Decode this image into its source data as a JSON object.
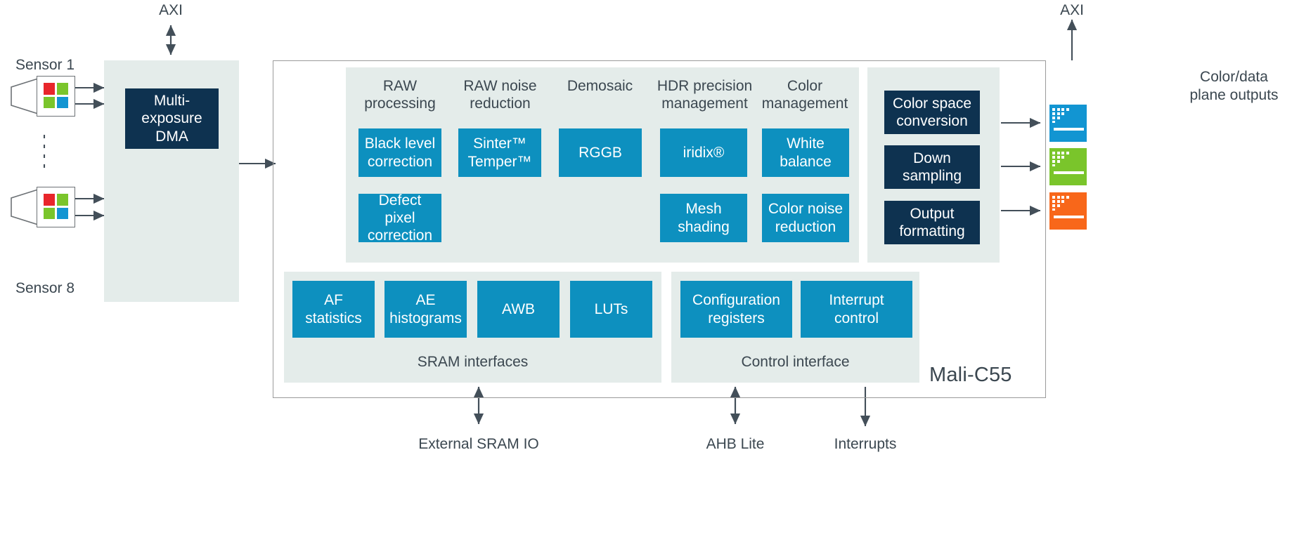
{
  "diagram": {
    "chip_name": "Mali-C55",
    "colors": {
      "blue_block": "#0d90bf",
      "navy_block": "#0e3250",
      "panel": "#e4ecea",
      "outline": "#9a9a9a",
      "text_dark": "#3b4750",
      "plane_blue": "#1295d2",
      "plane_green": "#7ac52b",
      "plane_orange": "#f8671a",
      "bayer_red": "#e8262b",
      "bayer_green": "#7ac52b",
      "bayer_blue": "#1295d2"
    }
  },
  "top_labels": {
    "axi_left": "AXI",
    "axi_right": "AXI"
  },
  "sensors": {
    "first_label": "Sensor 1",
    "last_label": "Sensor 8"
  },
  "dma": {
    "label": "Multi-exposure\nDMA"
  },
  "pipeline": {
    "columns": [
      {
        "heading": "RAW\nprocessing",
        "blocks": [
          "Black level\ncorrection",
          "Defect pixel\ncorrection"
        ]
      },
      {
        "heading": "RAW noise\nreduction",
        "blocks": [
          "Sinter™\nTemper™"
        ]
      },
      {
        "heading": "Demosaic",
        "blocks": [
          "RGGB"
        ]
      },
      {
        "heading": "HDR precision\nmanagement",
        "blocks": [
          "iridix®",
          "Mesh\nshading"
        ]
      },
      {
        "heading": "Color\nmanagement",
        "blocks": [
          "White\nbalance",
          "Color noise\nreduction"
        ]
      }
    ]
  },
  "output_stage": {
    "blocks": [
      "Color space\nconversion",
      "Down\nsampling",
      "Output\nformatting"
    ]
  },
  "outputs": {
    "heading": "Color/data\nplane outputs",
    "planes": [
      {
        "name": "plane-blue"
      },
      {
        "name": "plane-green"
      },
      {
        "name": "plane-orange"
      }
    ]
  },
  "sram_section": {
    "label": "SRAM interfaces",
    "blocks": [
      "AF\nstatistics",
      "AE\nhistograms",
      "AWB",
      "LUTs"
    ]
  },
  "control_section": {
    "label": "Control interface",
    "blocks": [
      "Configuration\nregisters",
      "Interrupt\ncontrol"
    ]
  },
  "bottom_labels": {
    "sram_io": "External SRAM IO",
    "ahb_lite": "AHB Lite",
    "interrupts": "Interrupts"
  }
}
